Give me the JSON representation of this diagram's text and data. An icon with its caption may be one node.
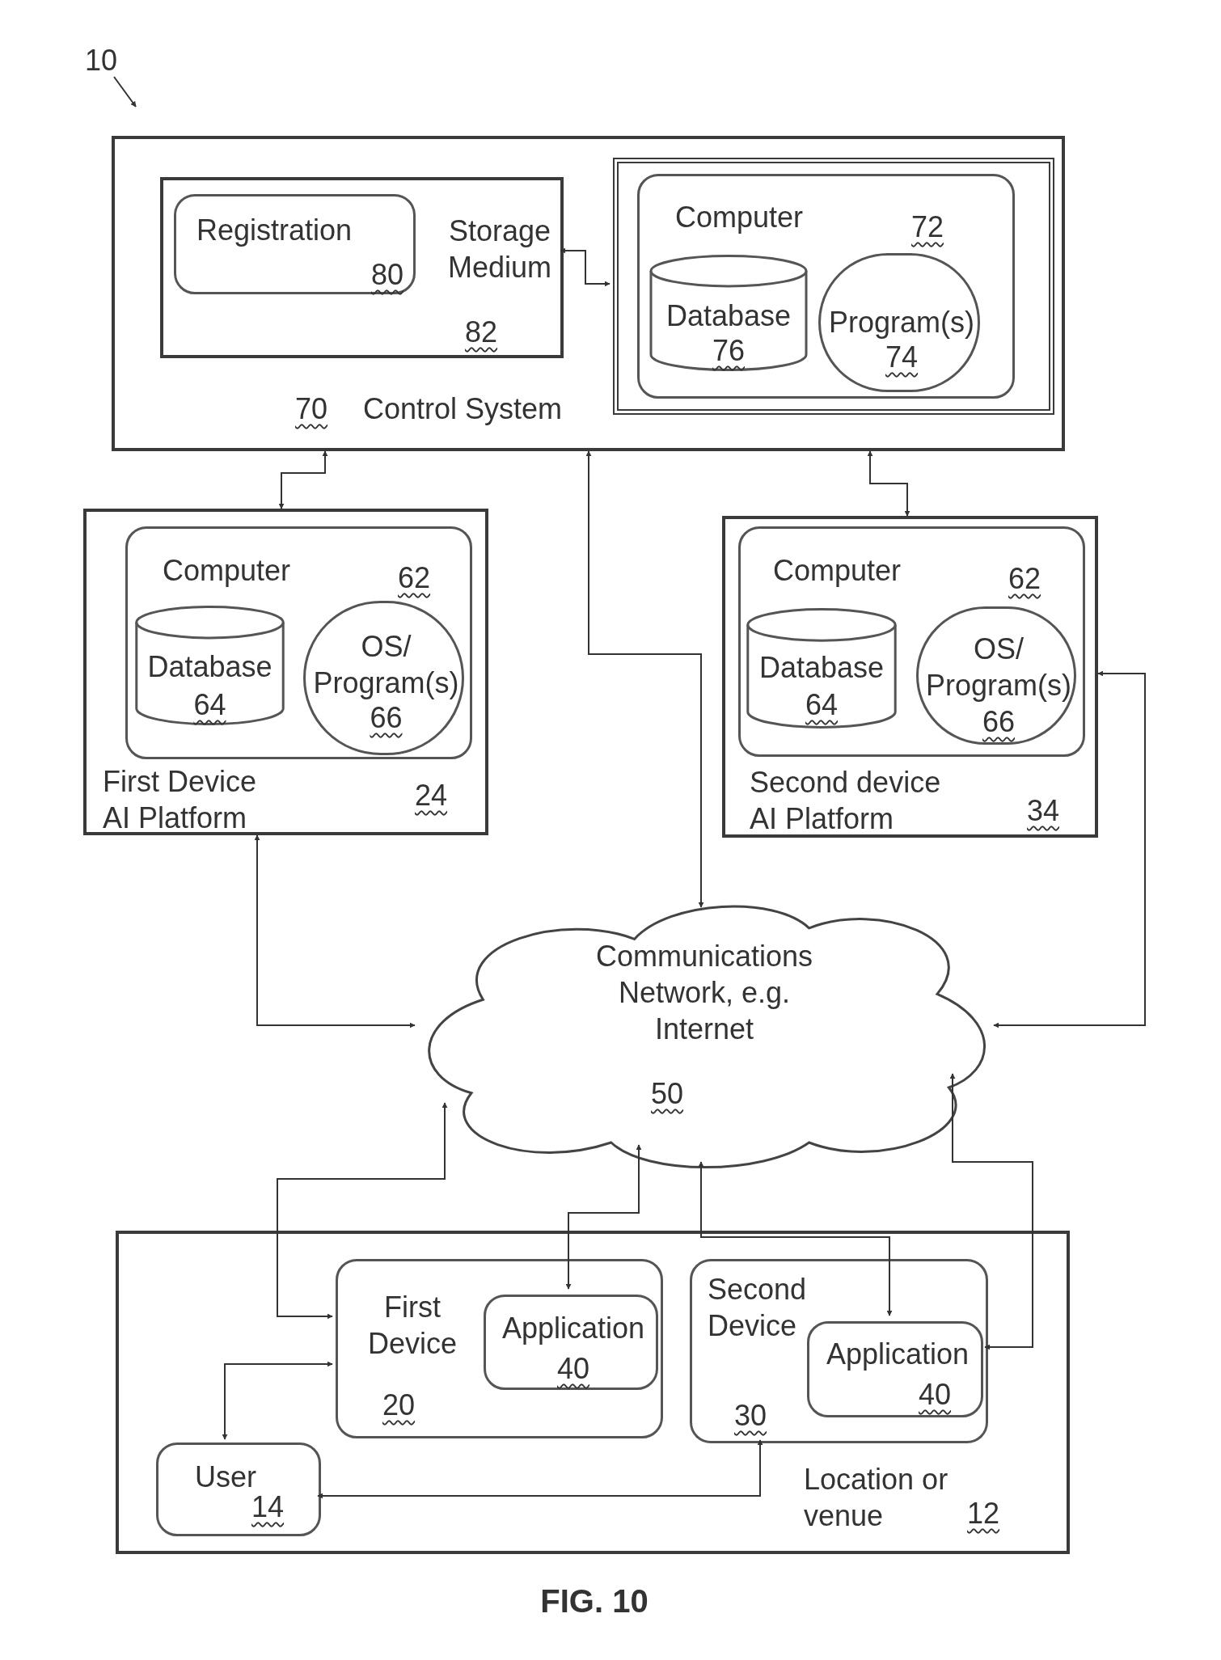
{
  "diagram": {
    "caption": "FIG. 10",
    "nodes": [
      {
        "text": [
          "10"
        ]
      },
      {
        "text": [
          "70",
          "Control System"
        ]
      },
      {
        "text": [
          "Storage Medium",
          "82"
        ],
        "in": 1
      },
      {
        "text": [
          "Registration",
          "80"
        ],
        "in": 2
      },
      {
        "text": [],
        "shape": "box",
        "in": 1
      },
      {
        "text": [
          "Computer",
          "72"
        ],
        "in": 4
      },
      {
        "text": [
          "Database",
          "76"
        ],
        "in": 5
      },
      {
        "text": [
          "Program(s)",
          "74"
        ],
        "in": 5
      },
      {
        "text": [
          "First Device AI Platform",
          "24"
        ]
      },
      {
        "text": [
          "Computer",
          "62"
        ],
        "in": 8
      },
      {
        "text": [
          "Database",
          "64"
        ],
        "in": 9
      },
      {
        "text": [
          "OS/ Program(s)",
          "66"
        ],
        "in": 9
      },
      {
        "text": [
          "Second device AI Platform",
          "34"
        ]
      },
      {
        "text": [
          "Computer",
          "62"
        ],
        "in": 12
      },
      {
        "text": [
          "Database",
          "64"
        ],
        "in": 13
      },
      {
        "text": [
          "OS/ Program(s)",
          "66"
        ],
        "in": 13
      },
      {
        "text": [
          "Communications Network, e.g. Internet",
          "50"
        ]
      },
      {
        "text": [
          "Location or venue",
          "12"
        ]
      },
      {
        "text": [
          "First Device",
          "20"
        ],
        "in": 17
      },
      {
        "text": [
          "Application",
          "40"
        ],
        "in": 18
      },
      {
        "text": [
          "Second Device",
          "30"
        ],
        "in": 17
      },
      {
        "text": [
          "Application",
          "40"
        ],
        "in": 20
      },
      {
        "text": [
          "User",
          "14"
        ],
        "in": 17
      }
    ],
    "edges": [
      {
        "from": 0,
        "to": null,
        "arrow": "to"
      },
      {
        "from": 2,
        "to": 4,
        "arrow": "both"
      },
      {
        "from": 1,
        "to": 8,
        "arrow": "both"
      },
      {
        "from": 1,
        "to": 12,
        "arrow": "both"
      },
      {
        "from": 1,
        "to": 16,
        "arrow": "both"
      },
      {
        "from": 8,
        "to": 16,
        "arrow": "both"
      },
      {
        "from": 12,
        "to": 16,
        "arrow": "both"
      },
      {
        "from": 16,
        "to": 18,
        "arrow": "both"
      },
      {
        "from": 16,
        "to": 19,
        "arrow": "both"
      },
      {
        "from": 16,
        "to": 21,
        "arrow": "both"
      },
      {
        "from": 16,
        "to": 20,
        "arrow": "both"
      },
      {
        "from": 22,
        "to": 18,
        "arrow": "both"
      },
      {
        "from": 22,
        "to": 20,
        "arrow": "both"
      }
    ]
  }
}
